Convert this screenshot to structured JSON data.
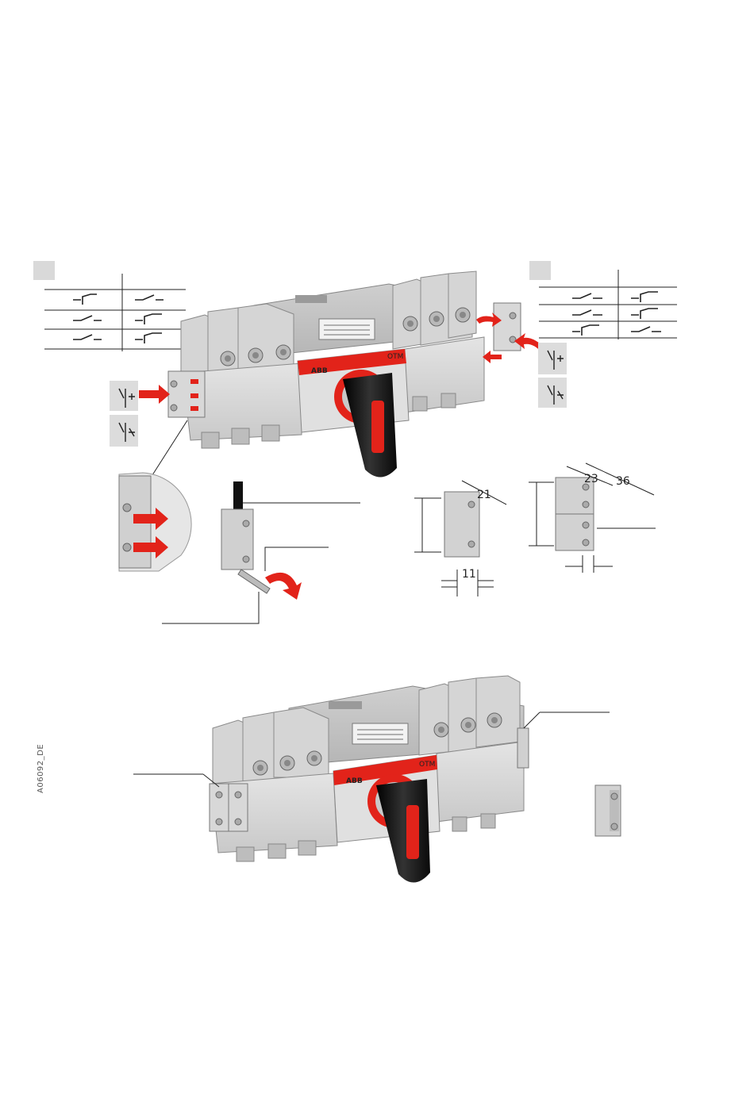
{
  "brand": {
    "label": "ABB",
    "model": "OTM",
    "accent": "#e2231a",
    "handle_color": "#1a1a1a"
  },
  "dimensions": {
    "d21": "21",
    "d11": "11",
    "d23": "23",
    "d36": "36"
  },
  "document_code": "A06092_DE",
  "tables": {
    "left": {
      "rows": 3,
      "cols": 2
    },
    "right": {
      "rows": 3,
      "cols": 2
    }
  },
  "icons": [
    "contact-symbol-icon",
    "rotate-arrow-icon",
    "insert-arrow-icon"
  ]
}
